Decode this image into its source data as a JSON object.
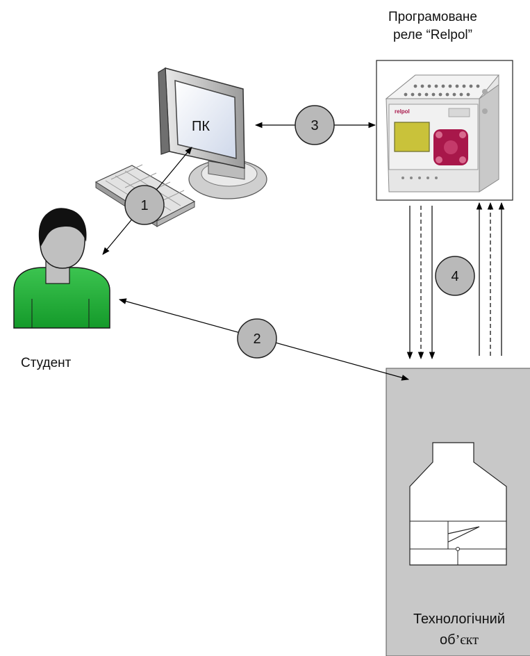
{
  "relay": {
    "title_line1": "Програмоване",
    "title_line2": "реле “Relpol”",
    "brand": "relpol"
  },
  "pc": {
    "label": "ПК"
  },
  "student": {
    "label": "Студент"
  },
  "tech_object": {
    "label_line1": "Технологічний",
    "label_line2_a": "об",
    "label_line2_b": "’єкт"
  },
  "connections": [
    {
      "id": "1",
      "label": "1"
    },
    {
      "id": "2",
      "label": "2"
    },
    {
      "id": "3",
      "label": "3"
    },
    {
      "id": "4",
      "label": "4"
    }
  ],
  "colors": {
    "object_fill": "#c8c8c8",
    "badge_fill": "#b9b9b9",
    "student_body": "#22b03a",
    "relay_keys": "#a8174a",
    "relay_screen": "#c9c23a"
  }
}
